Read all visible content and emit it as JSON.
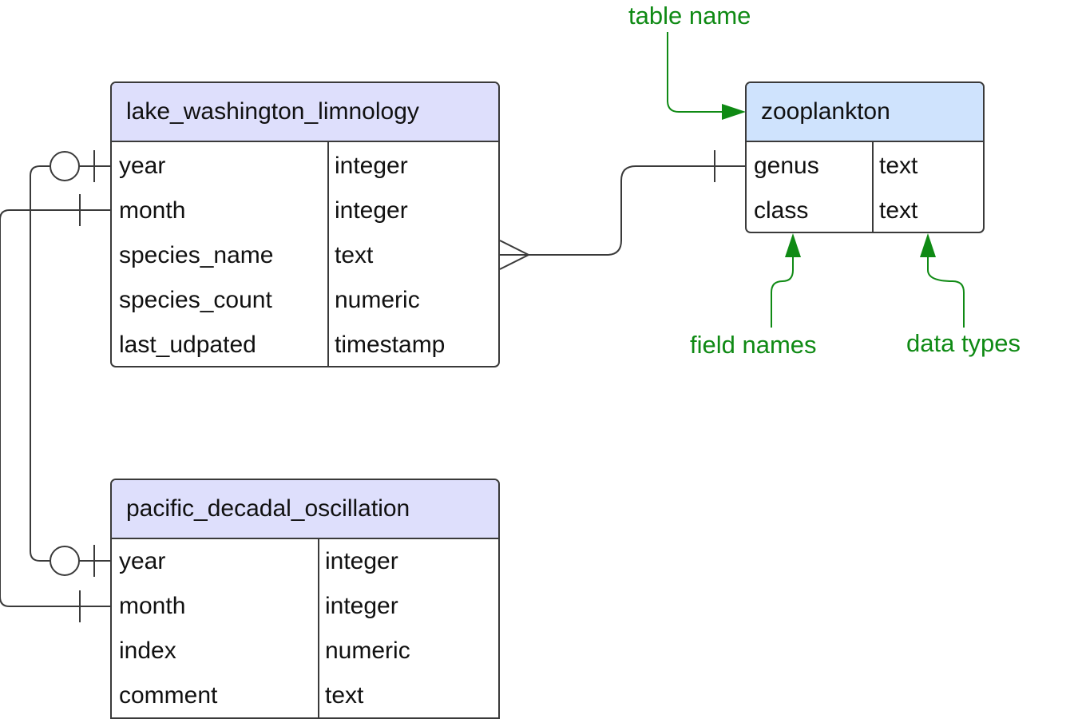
{
  "colors": {
    "line": "#3a3a3a",
    "annotation": "#0f8a14",
    "header_purple": "#dedffc",
    "header_blue": "#cfe3fd"
  },
  "entities": {
    "lake": {
      "name": "lake_washington_limnology",
      "fields": [
        {
          "name": "year",
          "type": "integer"
        },
        {
          "name": "month",
          "type": "integer"
        },
        {
          "name": "species_name",
          "type": "text"
        },
        {
          "name": "species_count",
          "type": "numeric"
        },
        {
          "name": "last_udpated",
          "type": "timestamp"
        }
      ]
    },
    "pdo": {
      "name": "pacific_decadal_oscillation",
      "fields": [
        {
          "name": "year",
          "type": "integer"
        },
        {
          "name": "month",
          "type": "integer"
        },
        {
          "name": "index",
          "type": "numeric"
        },
        {
          "name": "comment",
          "type": "text"
        }
      ]
    },
    "zoo": {
      "name": "zooplankton",
      "fields": [
        {
          "name": "genus",
          "type": "text"
        },
        {
          "name": "class",
          "type": "text"
        }
      ]
    }
  },
  "annotations": {
    "table_name": "table name",
    "field_names": "field names",
    "data_types": "data types"
  }
}
